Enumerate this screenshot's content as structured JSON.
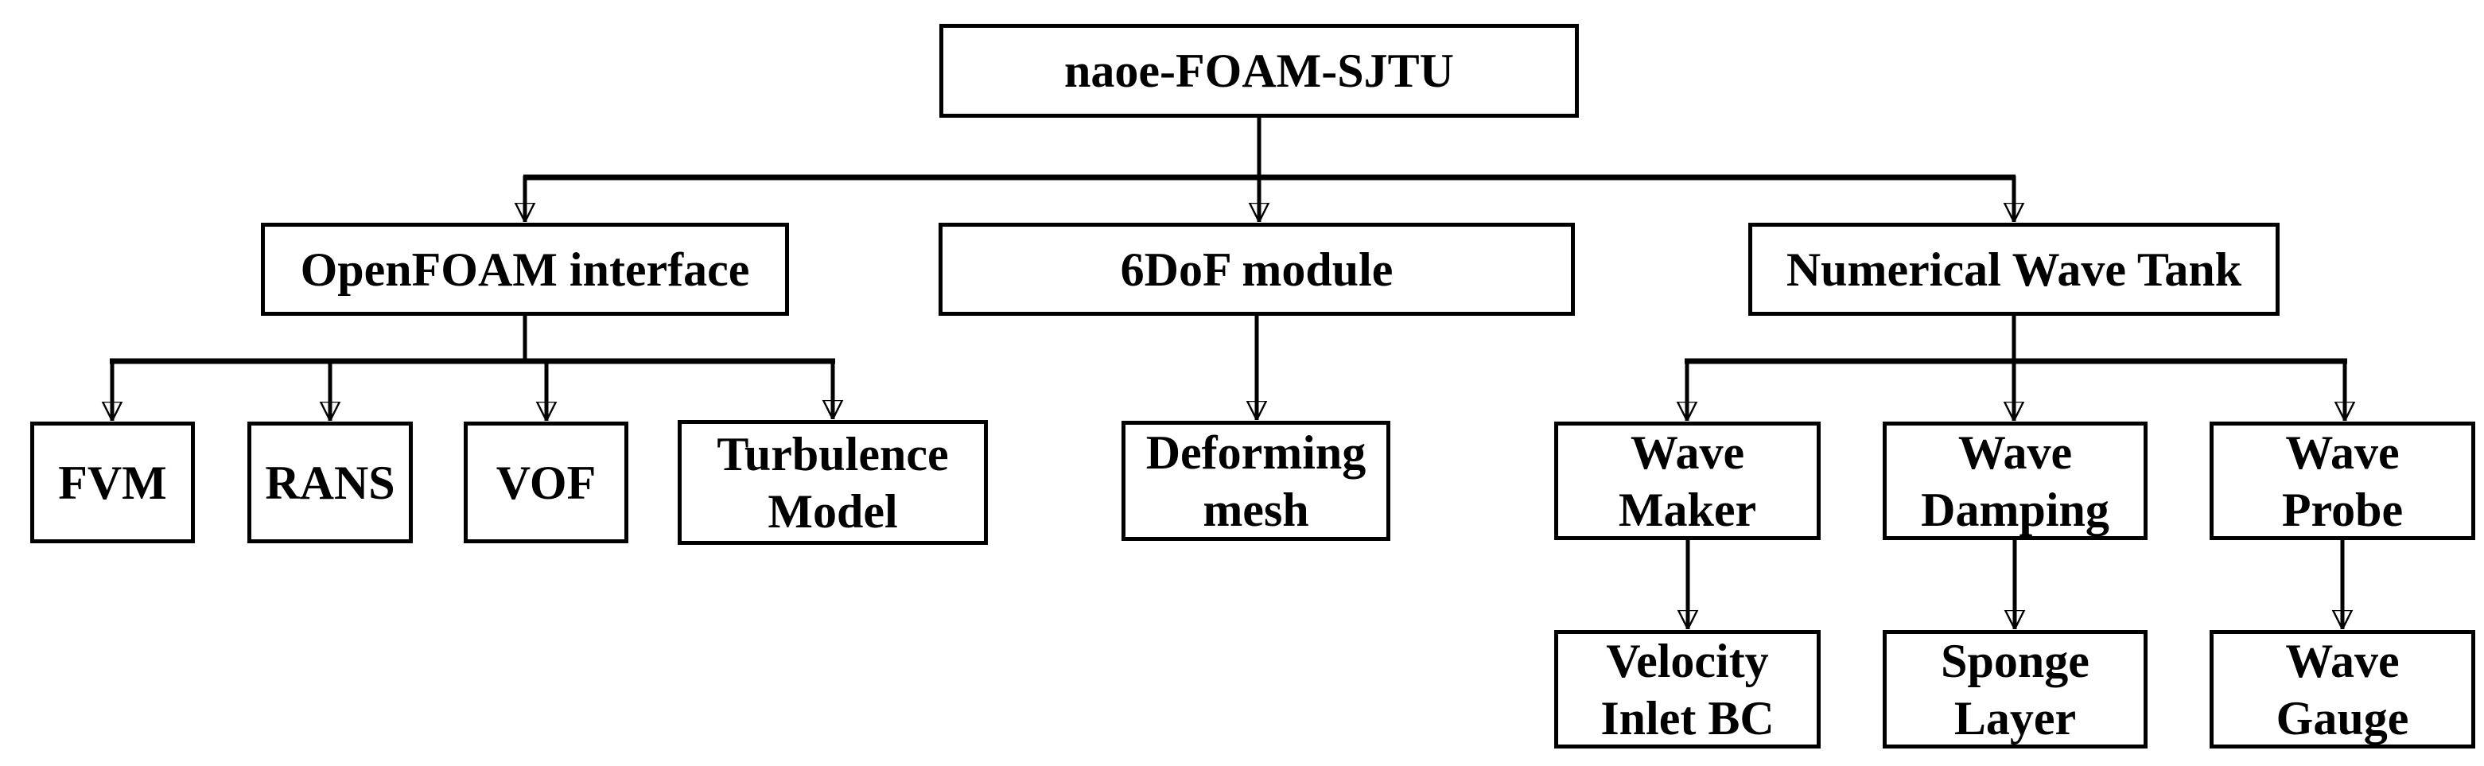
{
  "diagram": {
    "title": "naoe-FOAM-SJTU",
    "type": "hierarchy-flowchart"
  },
  "colors": {
    "ink": "#000000",
    "box_background": "#ffffff"
  },
  "nodes": {
    "root": {
      "label": "naoe-FOAM-SJTU"
    },
    "openfoam": {
      "label": "OpenFOAM interface"
    },
    "sixdof": {
      "label": "6DoF module"
    },
    "nwt": {
      "label": "Numerical Wave Tank"
    },
    "fvm": {
      "label": "FVM"
    },
    "rans": {
      "label": "RANS"
    },
    "vof": {
      "label": "VOF"
    },
    "turbulence": {
      "label": "Turbulence\nModel"
    },
    "deforming": {
      "label": "Deforming\nmesh"
    },
    "wave_maker": {
      "label": "Wave\nMaker"
    },
    "wave_damping": {
      "label": "Wave\nDamping"
    },
    "wave_probe": {
      "label": "Wave\nProbe"
    },
    "velocity_inlet": {
      "label": "Velocity\nInlet BC"
    },
    "sponge": {
      "label": "Sponge\nLayer"
    },
    "wave_gauge": {
      "label": "Wave\nGauge"
    }
  },
  "edges": [
    {
      "from": "root",
      "to": "openfoam"
    },
    {
      "from": "root",
      "to": "sixdof"
    },
    {
      "from": "root",
      "to": "nwt"
    },
    {
      "from": "openfoam",
      "to": "fvm"
    },
    {
      "from": "openfoam",
      "to": "rans"
    },
    {
      "from": "openfoam",
      "to": "vof"
    },
    {
      "from": "openfoam",
      "to": "turbulence"
    },
    {
      "from": "sixdof",
      "to": "deforming"
    },
    {
      "from": "nwt",
      "to": "wave_maker"
    },
    {
      "from": "nwt",
      "to": "wave_damping"
    },
    {
      "from": "nwt",
      "to": "wave_probe"
    },
    {
      "from": "wave_maker",
      "to": "velocity_inlet"
    },
    {
      "from": "wave_damping",
      "to": "sponge"
    },
    {
      "from": "wave_probe",
      "to": "wave_gauge"
    }
  ]
}
